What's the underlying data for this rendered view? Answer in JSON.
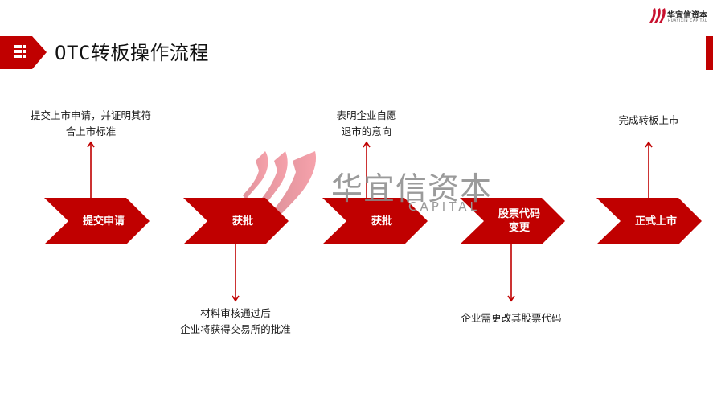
{
  "header": {
    "title": "OTC转板操作流程",
    "title_icon": "grid-icon",
    "brand_color": "#c00000"
  },
  "logo": {
    "name_cn": "华宜信资本",
    "name_en": "HUAYIXIN CAPITAL",
    "icon": "brand-logo-icon"
  },
  "watermark": {
    "name_cn": "华宜信资本",
    "name_en": "CAPITAL"
  },
  "flow": {
    "steps": [
      {
        "label_lines": [
          "提交申请"
        ],
        "note_lines": [
          "提交上市申请，并证明其符",
          "合上市标准"
        ],
        "note_position": "above"
      },
      {
        "label_lines": [
          "获批"
        ],
        "note_lines": [
          "材料审核通过后",
          "企业将获得交易所的批准"
        ],
        "note_position": "below"
      },
      {
        "label_lines": [
          "获批"
        ],
        "note_lines": [
          "表明企业自愿",
          "退市的意向"
        ],
        "note_position": "above"
      },
      {
        "label_lines": [
          "股票代码",
          "变更"
        ],
        "note_lines": [
          "企业需更改其股票代码"
        ],
        "note_position": "below"
      },
      {
        "label_lines": [
          "正式上市"
        ],
        "note_lines": [
          "完成转板上市"
        ],
        "note_position": "above"
      }
    ]
  }
}
